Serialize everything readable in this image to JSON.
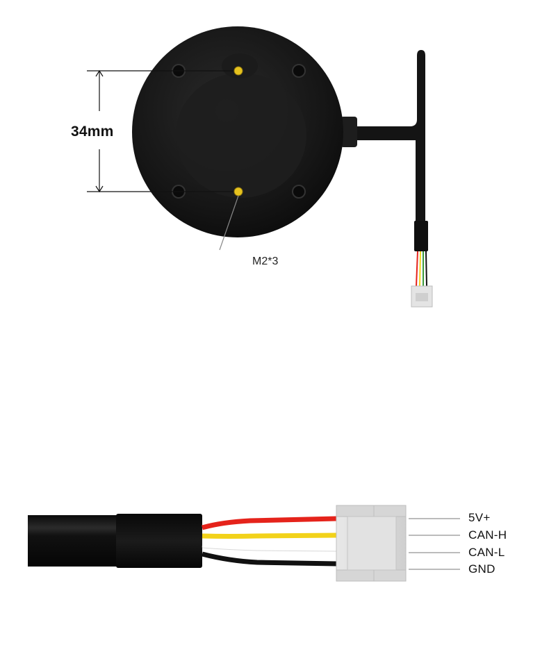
{
  "dimension_label": "34mm",
  "screw_label": "M2*3",
  "pins": [
    {
      "label": "5V+",
      "wire_color": "#e5231b"
    },
    {
      "label": "CAN-H",
      "wire_color": "#f2d21a"
    },
    {
      "label": "CAN-L",
      "wire_color": "#ffffff"
    },
    {
      "label": "GND",
      "wire_color": "#111111"
    }
  ],
  "colors": {
    "housing": "#151515",
    "mount_screw": "#e6c21e",
    "connector": "#dcdcdc"
  }
}
